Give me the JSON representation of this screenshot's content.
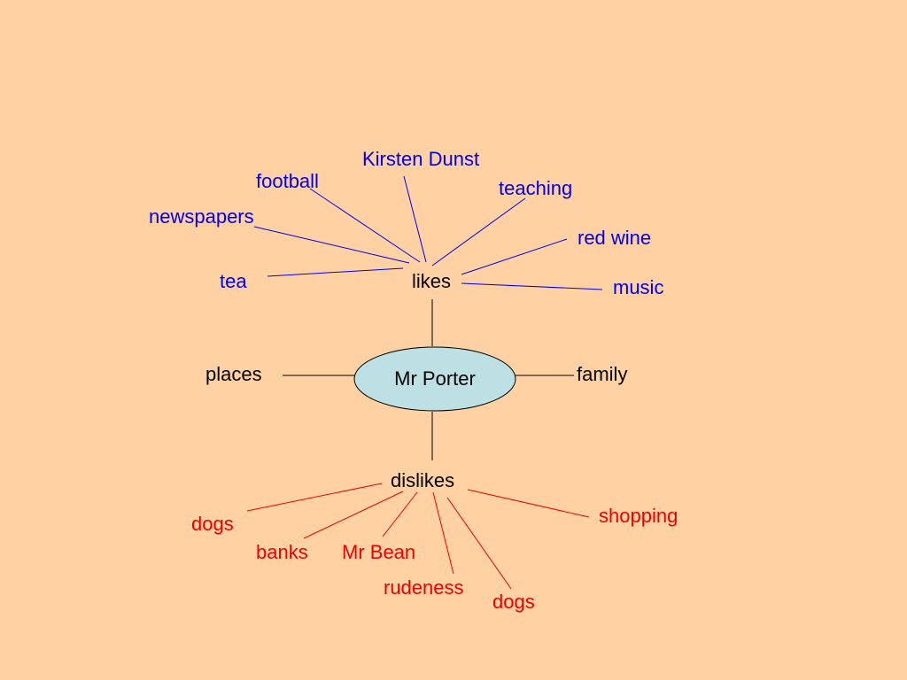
{
  "center": {
    "label": "Mr Porter"
  },
  "branches": {
    "likes": "likes",
    "dislikes": "dislikes",
    "places": "places",
    "family": "family"
  },
  "likes_items": [
    "Kirsten Dunst",
    "football",
    "teaching",
    "newspapers",
    "red wine",
    "tea",
    "music"
  ],
  "dislikes_items": [
    "dogs",
    "shopping",
    "banks",
    "Mr Bean",
    "rudeness",
    "dogs"
  ],
  "colors": {
    "background": "#FFD1A3",
    "likes": "#0000EE",
    "dislikes": "#EE0000",
    "ellipse_fill": "#BDE0E5",
    "structure": "#000000"
  }
}
